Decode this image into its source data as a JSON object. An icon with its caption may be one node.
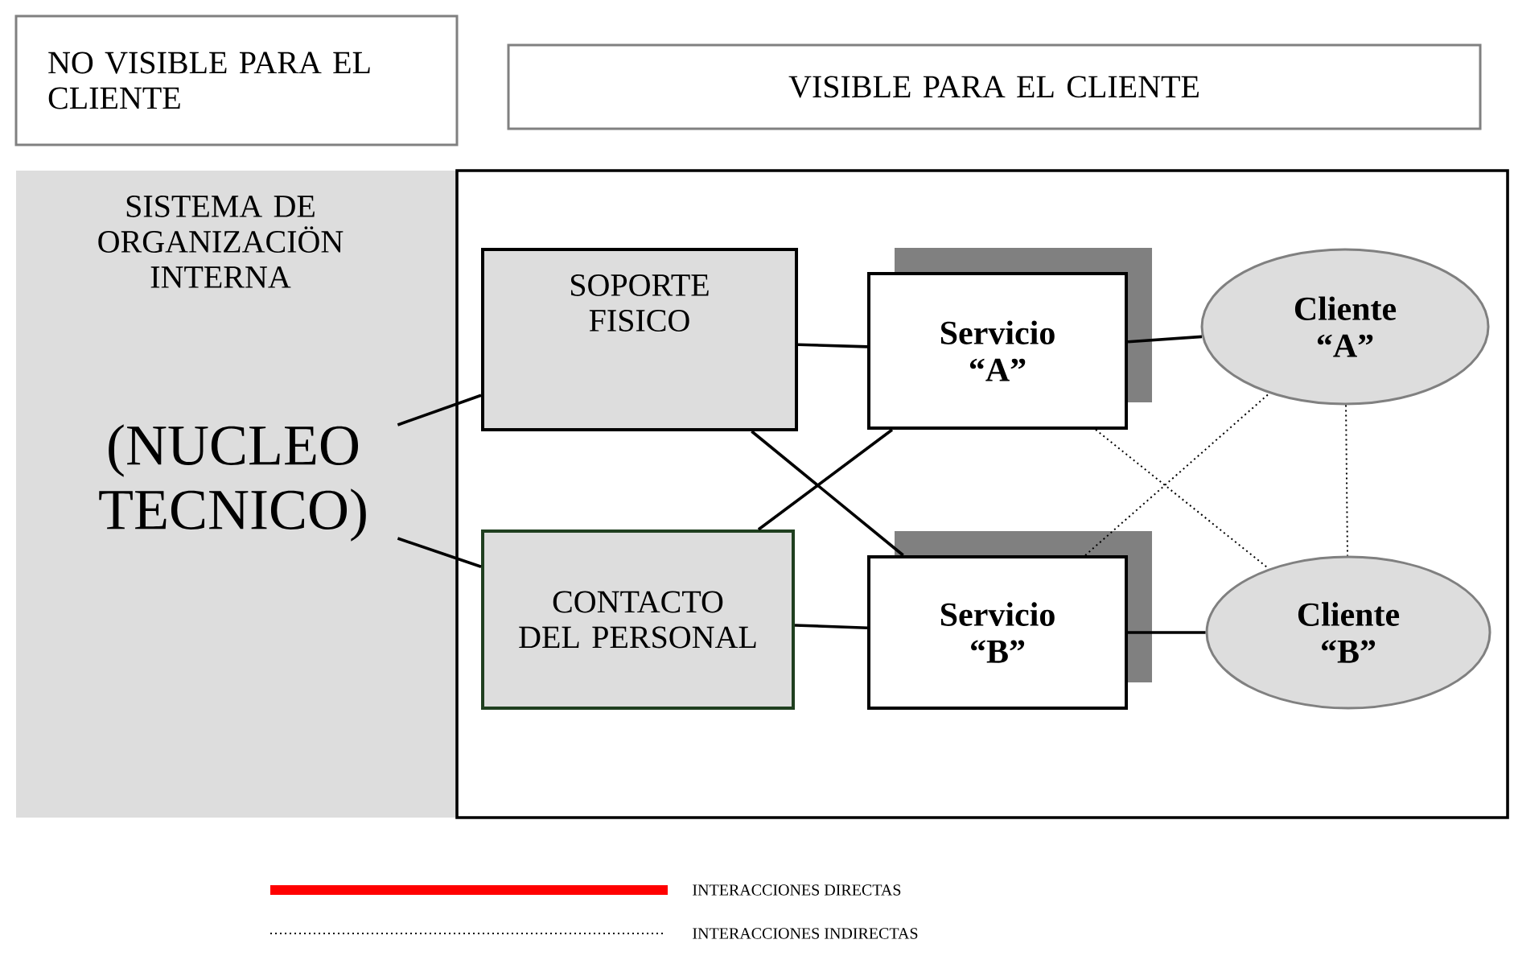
{
  "diagram": {
    "nodes": [
      {
        "text": [
          "NO VISIBLE PARA EL CLIENTE"
        ]
      },
      {
        "text": [
          "VISIBLE PARA EL CLIENTE"
        ]
      },
      {
        "text": [
          "SISTEMA DE ORGANIZACIÖN INTERNA"
        ]
      },
      {
        "text": [
          "(NUCLEO TECNICO)"
        ],
        "in": 2
      },
      {
        "text": [],
        "shape": "box"
      },
      {
        "text": [
          "SOPORTE FISICO"
        ],
        "in": 4
      },
      {
        "text": [
          "Servicio “A”"
        ],
        "in": 4
      },
      {
        "text": [
          "Cliente “A”"
        ],
        "in": 4
      },
      {
        "text": [
          "CONTACTO DEL PERSONAL"
        ],
        "in": 4
      },
      {
        "text": [
          "Servicio “B”"
        ],
        "in": 4
      },
      {
        "text": [
          "Cliente “B”"
        ],
        "in": 4
      }
    ],
    "edges": [
      {
        "from": 3,
        "to": 5,
        "arrow": "none"
      },
      {
        "from": 3,
        "to": 8,
        "arrow": "none"
      },
      {
        "from": 5,
        "to": 6,
        "arrow": "none"
      },
      {
        "from": 5,
        "to": 9,
        "arrow": "none"
      },
      {
        "from": 8,
        "to": 6,
        "arrow": "none"
      },
      {
        "from": 8,
        "to": 9,
        "arrow": "none"
      },
      {
        "from": 6,
        "to": 7,
        "arrow": "none"
      },
      {
        "from": 9,
        "to": 10,
        "arrow": "none"
      },
      {
        "from": 6,
        "to": 10,
        "arrow": "none",
        "style": "dashed"
      },
      {
        "from": 9,
        "to": 7,
        "arrow": "none",
        "style": "dashed"
      },
      {
        "from": 7,
        "to": 10,
        "arrow": "none",
        "style": "dashed"
      }
    ],
    "legend": [
      {
        "text": "INTERACCIONES DIRECTAS",
        "color": "#ff0000"
      },
      {
        "text": "INTERACCIONES INDIRECTAS"
      }
    ]
  }
}
